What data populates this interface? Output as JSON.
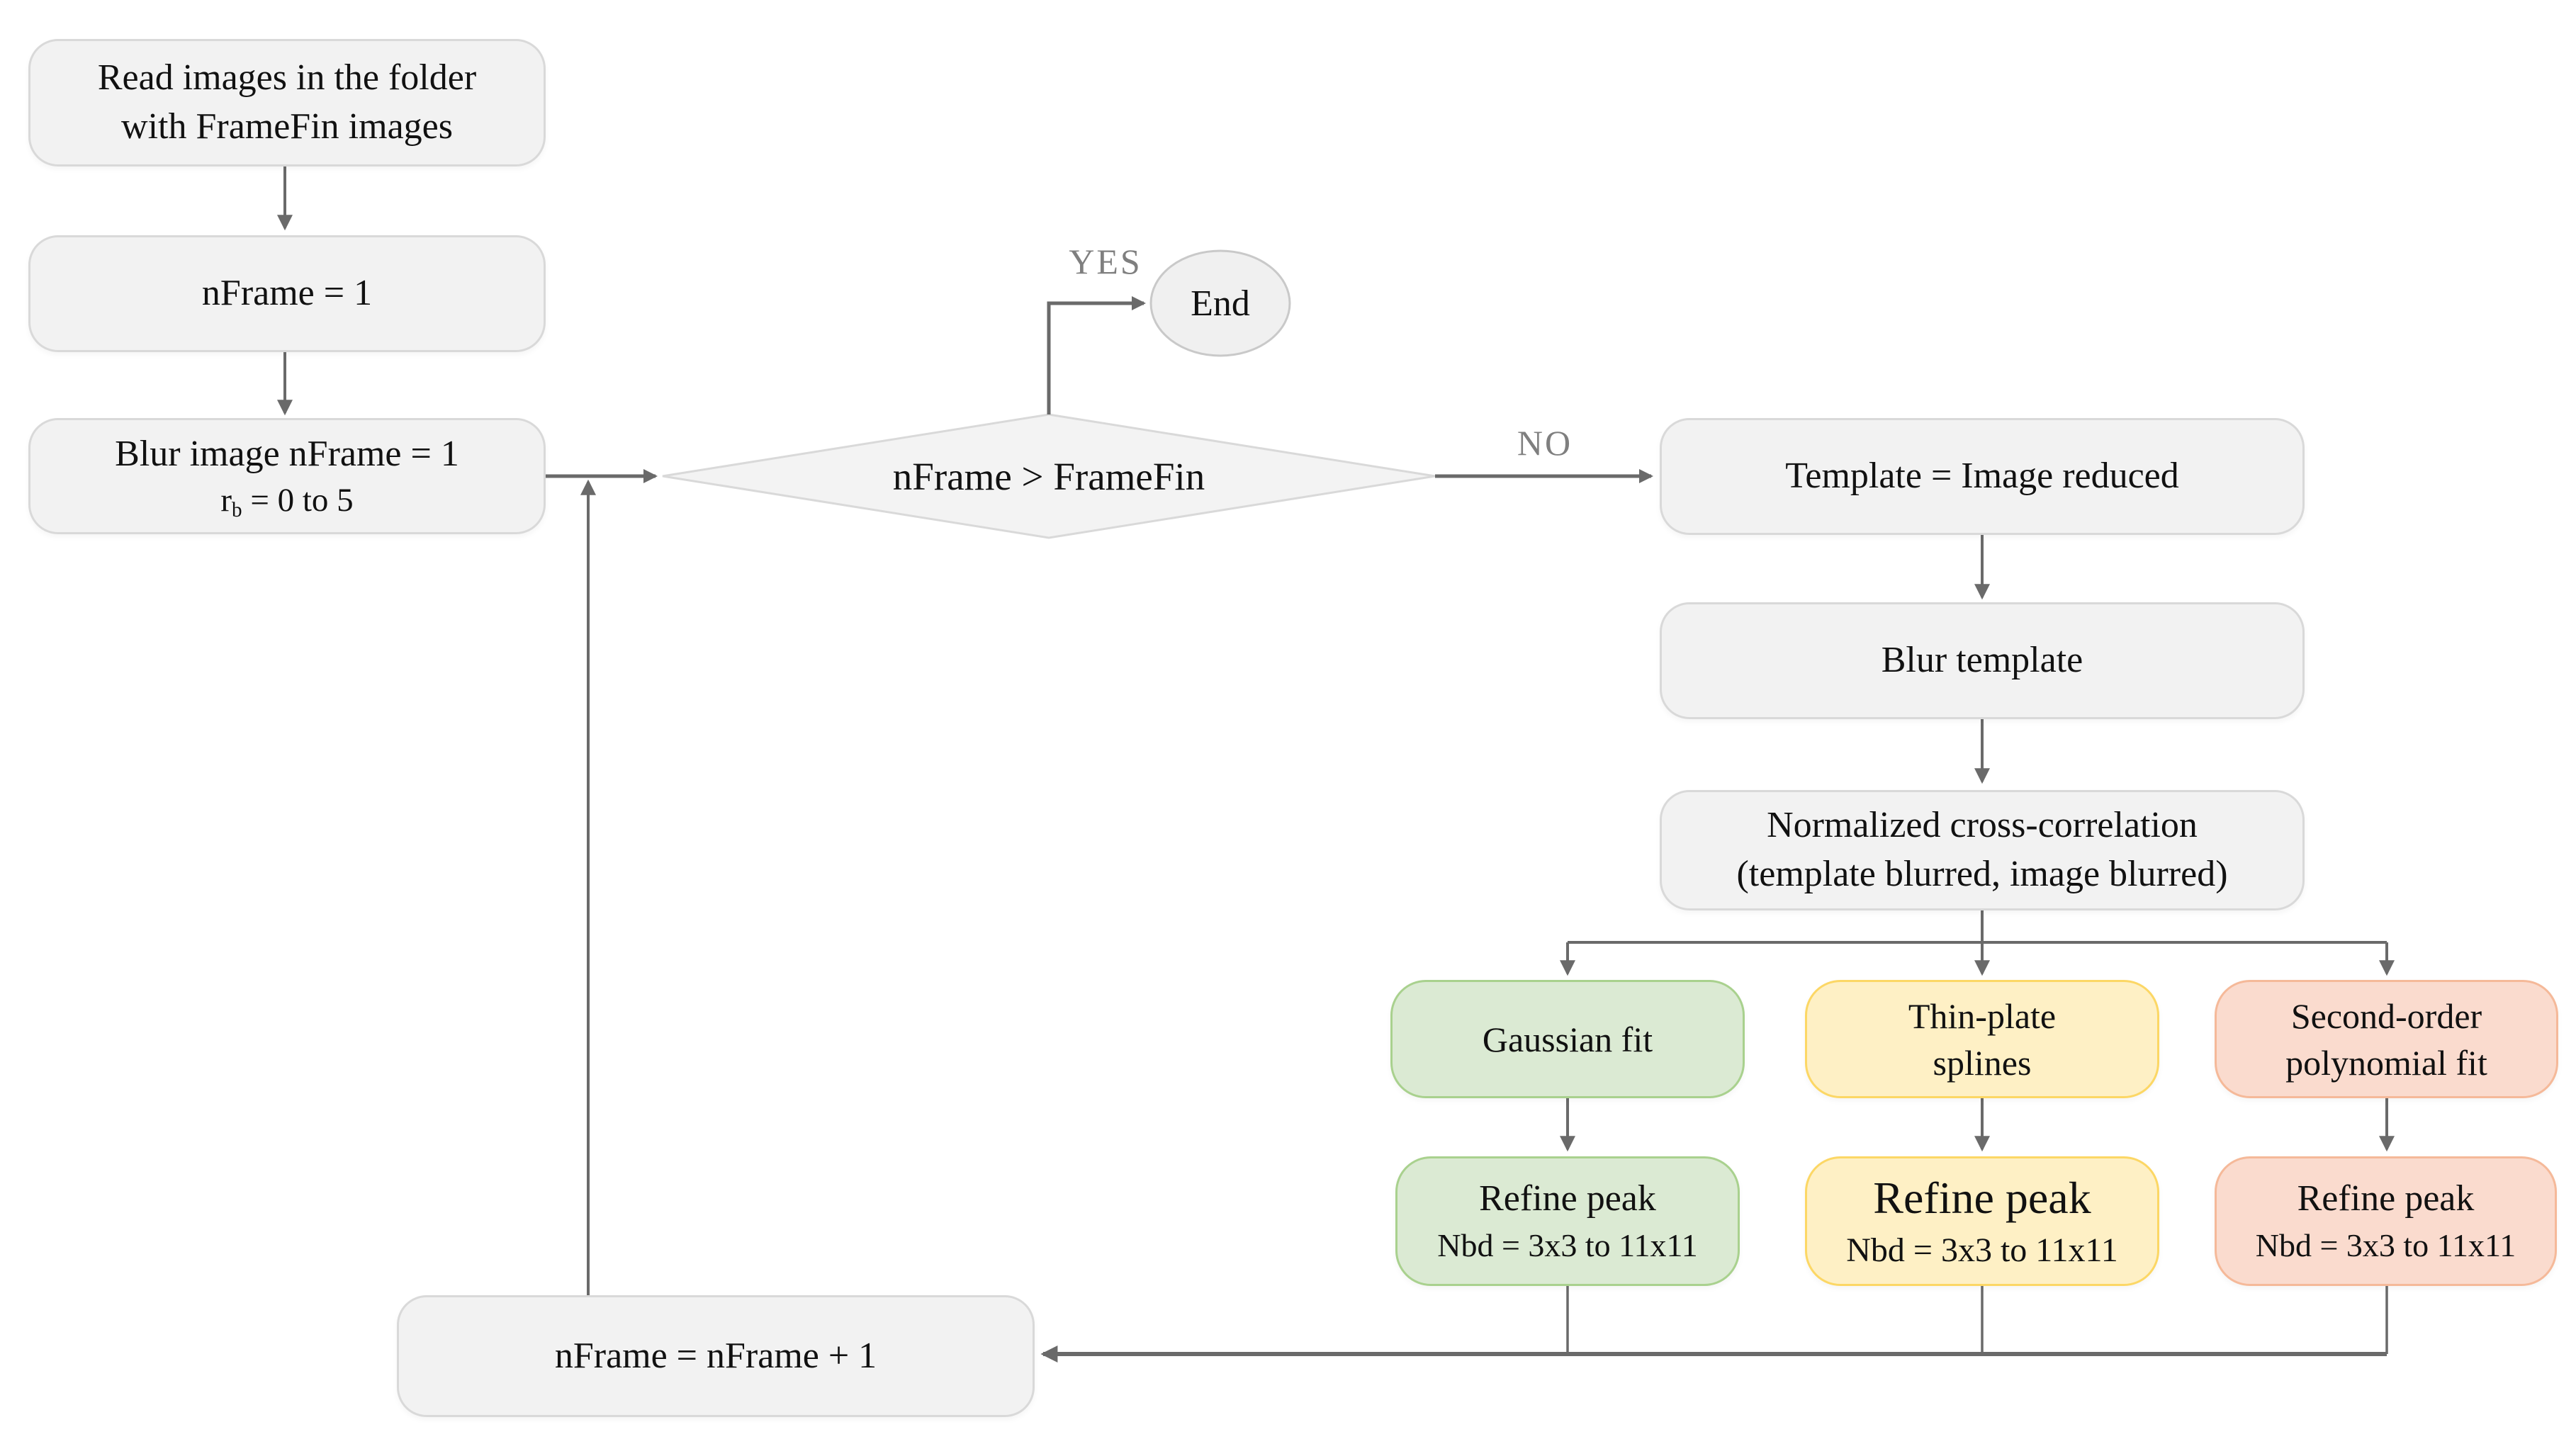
{
  "flowchart": {
    "nodes": {
      "read_images": {
        "lines": [
          "Read images in the folder",
          "with FrameFin images"
        ]
      },
      "init_frame": {
        "label": "nFrame = 1"
      },
      "blur_image": {
        "line1": "Blur image nFrame = 1",
        "r_base": "r",
        "r_sub": "b",
        "r_rest": " = 0 to 5"
      },
      "decision": {
        "label": "nFrame > FrameFin"
      },
      "end": {
        "label": "End"
      },
      "template": {
        "label": "Template = Image reduced"
      },
      "blur_template": {
        "label": "Blur template"
      },
      "ncc": {
        "lines": [
          "Normalized cross-correlation",
          "(template blurred, image blurred)"
        ]
      },
      "gaussian": {
        "label": "Gaussian fit"
      },
      "thin_plate": {
        "lines": [
          "Thin-plate",
          "splines"
        ]
      },
      "second_order": {
        "lines": [
          "Second-order",
          "polynomial fit"
        ]
      },
      "refine_gaussian": {
        "title": "Refine peak",
        "subtitle": "Nbd = 3x3 to 11x11"
      },
      "refine_thin_plate": {
        "title": "Refine peak",
        "subtitle": "Nbd = 3x3 to 11x11"
      },
      "refine_second_order": {
        "title": "Refine peak",
        "subtitle": "Nbd = 3x3 to 11x11"
      },
      "increment": {
        "label": "nFrame = nFrame + 1"
      }
    },
    "edge_labels": {
      "yes": "YES",
      "no": "NO"
    },
    "colors": {
      "node_fill": "#f2f2f2",
      "node_border": "#d9d9d9",
      "green_fill": "#dbead3",
      "green_border": "#a9d18e",
      "yellow_fill": "#fef0c5",
      "yellow_border": "#fcd765",
      "pink_fill": "#fadbce",
      "pink_border": "#f5b999",
      "line": "#6a6a6a",
      "edge_label_text": "#7f7f7f",
      "text": "#111111"
    }
  }
}
